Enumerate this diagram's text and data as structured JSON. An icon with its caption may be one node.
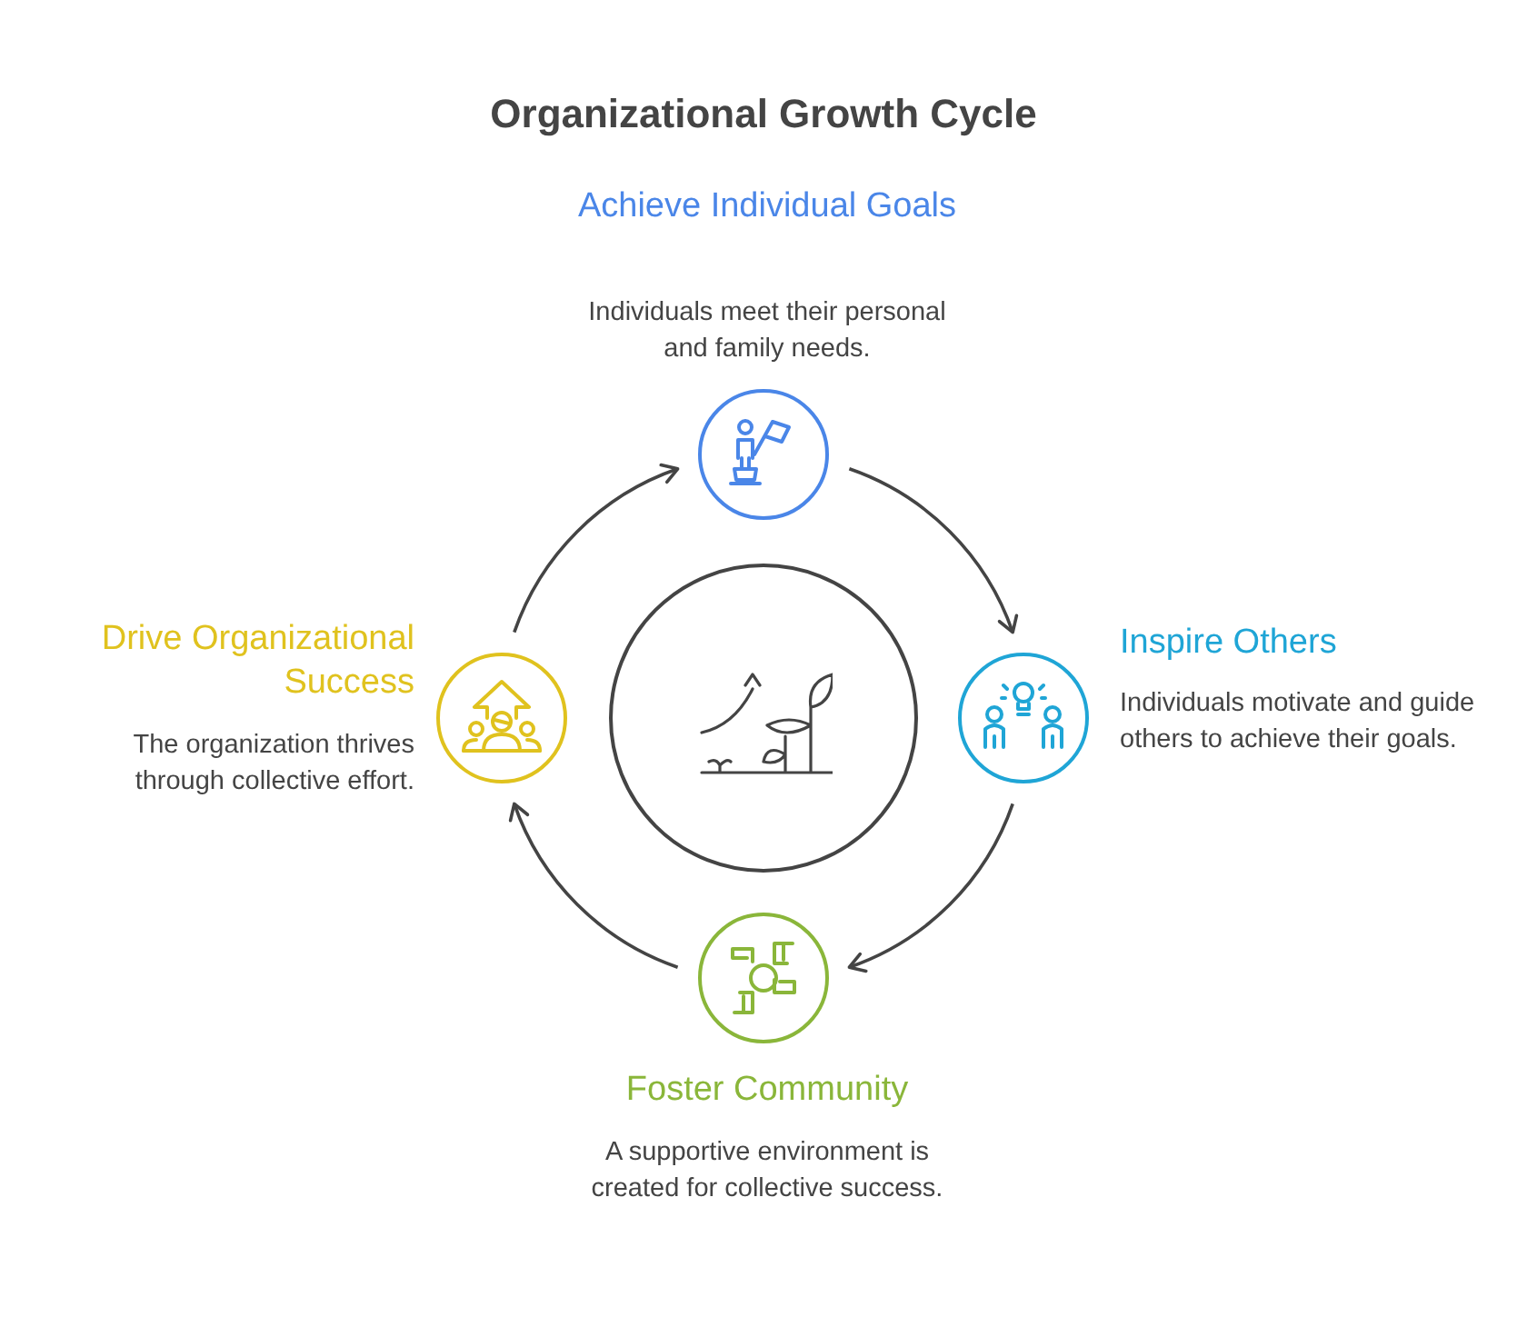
{
  "diagram": {
    "title": "Organizational Growth Cycle",
    "nodes": [
      {
        "text": [],
        "shape": "circle"
      },
      {
        "text": [
          "Achieve Individual Goals",
          "Individuals meet their personal and family needs."
        ]
      },
      {
        "text": [
          "Inspire Others",
          "Individuals motivate and guide others to achieve their goals."
        ]
      },
      {
        "text": [
          "Foster Community",
          "A supportive environment is created for collective success."
        ]
      },
      {
        "text": [
          "Drive Organizational Success",
          "The organization thrives through collective effort."
        ]
      }
    ],
    "edges": [
      {
        "from": 1,
        "to": 2,
        "arrow": "to"
      },
      {
        "from": 2,
        "to": 3,
        "arrow": "to"
      },
      {
        "from": 3,
        "to": 4,
        "arrow": "to"
      },
      {
        "from": 4,
        "to": 1,
        "arrow": "to"
      }
    ]
  }
}
